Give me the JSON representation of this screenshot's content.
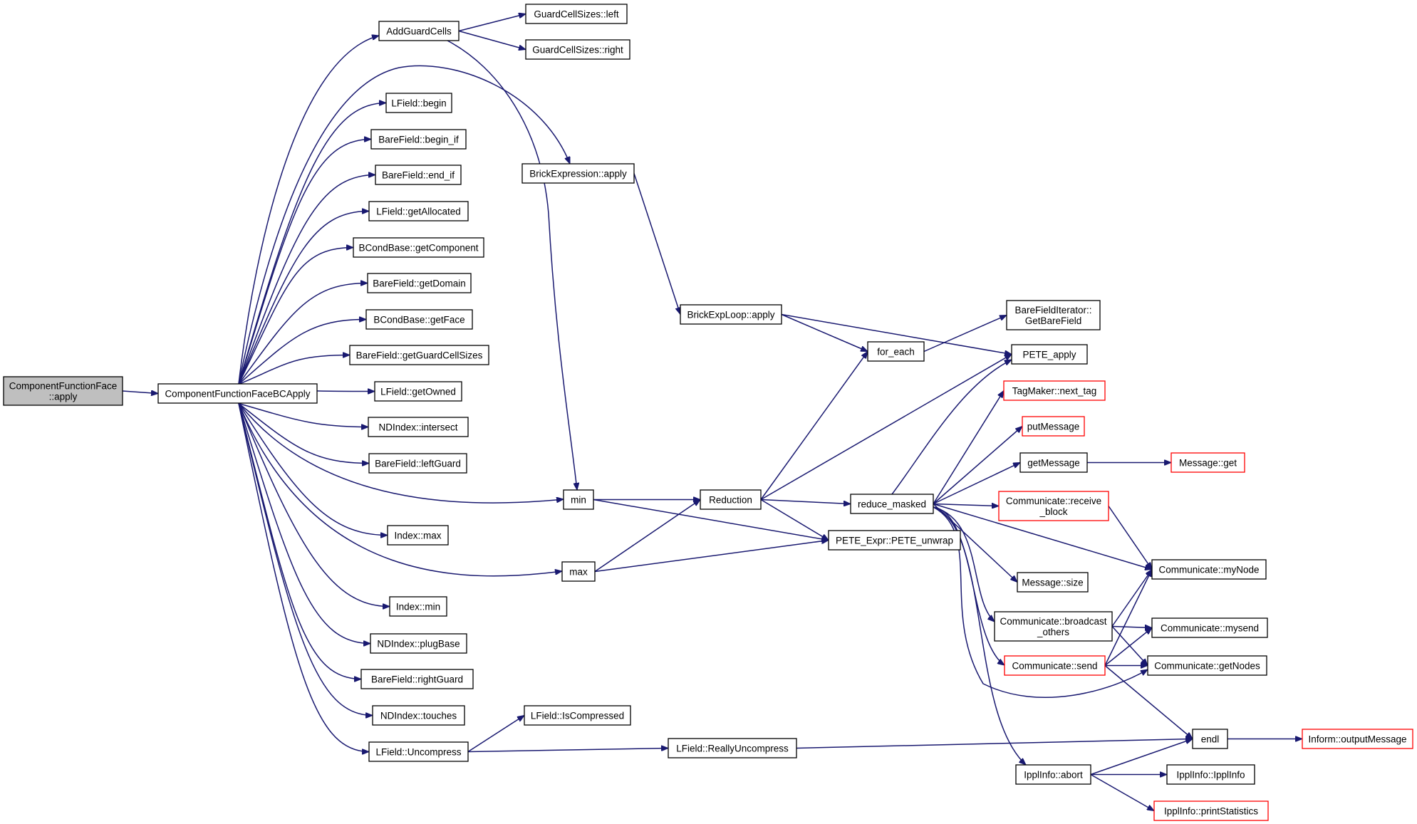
{
  "nodes": [
    {
      "id": "root",
      "lines": [
        "ComponentFunctionFace",
        "::apply"
      ],
      "style": "root"
    },
    {
      "id": "bcapply",
      "lines": [
        "ComponentFunctionFaceBCApply"
      ]
    },
    {
      "id": "addguard",
      "lines": [
        "AddGuardCells"
      ]
    },
    {
      "id": "gcleft",
      "lines": [
        "GuardCellSizes::left"
      ]
    },
    {
      "id": "gcright",
      "lines": [
        "GuardCellSizes::right"
      ]
    },
    {
      "id": "lbegin",
      "lines": [
        "LField::begin"
      ]
    },
    {
      "id": "bfbeginif",
      "lines": [
        "BareField::begin_if"
      ]
    },
    {
      "id": "bfendif",
      "lines": [
        "BareField::end_if"
      ]
    },
    {
      "id": "lgetalloc",
      "lines": [
        "LField::getAllocated"
      ]
    },
    {
      "id": "bcgetcomp",
      "lines": [
        "BCondBase::getComponent"
      ]
    },
    {
      "id": "bfgetdomain",
      "lines": [
        "BareField::getDomain"
      ]
    },
    {
      "id": "bcgetface",
      "lines": [
        "BCondBase::getFace"
      ]
    },
    {
      "id": "bfgetgcs",
      "lines": [
        "BareField::getGuardCellSizes"
      ]
    },
    {
      "id": "lgetowned",
      "lines": [
        "LField::getOwned"
      ]
    },
    {
      "id": "ndintersect",
      "lines": [
        "NDIndex::intersect"
      ]
    },
    {
      "id": "bfleftguard",
      "lines": [
        "BareField::leftGuard"
      ]
    },
    {
      "id": "idxmax",
      "lines": [
        "Index::max"
      ]
    },
    {
      "id": "idxmin",
      "lines": [
        "Index::min"
      ]
    },
    {
      "id": "ndplugbase",
      "lines": [
        "NDIndex::plugBase"
      ]
    },
    {
      "id": "bfrightguard",
      "lines": [
        "BareField::rightGuard"
      ]
    },
    {
      "id": "ndtouches",
      "lines": [
        "NDIndex::touches"
      ]
    },
    {
      "id": "luncompress",
      "lines": [
        "LField::Uncompress"
      ]
    },
    {
      "id": "brickexpr",
      "lines": [
        "BrickExpression::apply"
      ]
    },
    {
      "id": "min",
      "lines": [
        "min"
      ]
    },
    {
      "id": "max",
      "lines": [
        "max"
      ]
    },
    {
      "id": "liscompressed",
      "lines": [
        "LField::IsCompressed"
      ]
    },
    {
      "id": "lreallyuncomp",
      "lines": [
        "LField::ReallyUncompress"
      ]
    },
    {
      "id": "brickloop",
      "lines": [
        "BrickExpLoop::apply"
      ]
    },
    {
      "id": "reduction",
      "lines": [
        "Reduction"
      ]
    },
    {
      "id": "foreach",
      "lines": [
        "for_each"
      ]
    },
    {
      "id": "reducemasked",
      "lines": [
        "reduce_masked"
      ]
    },
    {
      "id": "peteunwrap",
      "lines": [
        "PETE_Expr::PETE_unwrap"
      ]
    },
    {
      "id": "bfiter",
      "lines": [
        "BareFieldIterator::",
        "GetBareField"
      ]
    },
    {
      "id": "peteapply",
      "lines": [
        "PETE_apply"
      ]
    },
    {
      "id": "nexttag",
      "lines": [
        "TagMaker::next_tag"
      ],
      "style": "red"
    },
    {
      "id": "putmsg",
      "lines": [
        "putMessage"
      ],
      "style": "red"
    },
    {
      "id": "getmsg",
      "lines": [
        "getMessage"
      ]
    },
    {
      "id": "recvblock",
      "lines": [
        "Communicate::receive",
        "_block"
      ],
      "style": "red"
    },
    {
      "id": "msgsize",
      "lines": [
        "Message::size"
      ]
    },
    {
      "id": "bcastothers",
      "lines": [
        "Communicate::broadcast",
        "_others"
      ]
    },
    {
      "id": "commsend",
      "lines": [
        "Communicate::send"
      ],
      "style": "red"
    },
    {
      "id": "ipplabort",
      "lines": [
        "IpplInfo::abort"
      ]
    },
    {
      "id": "msgget",
      "lines": [
        "Message::get"
      ],
      "style": "red"
    },
    {
      "id": "mynode",
      "lines": [
        "Communicate::myNode"
      ]
    },
    {
      "id": "mysend",
      "lines": [
        "Communicate::mysend"
      ]
    },
    {
      "id": "getnodes",
      "lines": [
        "Communicate::getNodes"
      ]
    },
    {
      "id": "endl",
      "lines": [
        "endl"
      ]
    },
    {
      "id": "ipplinfo",
      "lines": [
        "IpplInfo::IpplInfo"
      ]
    },
    {
      "id": "printstats",
      "lines": [
        "IpplInfo::printStatistics"
      ],
      "style": "red"
    },
    {
      "id": "outputmsg",
      "lines": [
        "Inform::outputMessage"
      ],
      "style": "red"
    }
  ],
  "edges": [
    [
      "root",
      "bcapply"
    ],
    [
      "bcapply",
      "addguard"
    ],
    [
      "bcapply",
      "brickexpr"
    ],
    [
      "bcapply",
      "lbegin"
    ],
    [
      "bcapply",
      "bfbeginif"
    ],
    [
      "bcapply",
      "bfendif"
    ],
    [
      "bcapply",
      "lgetalloc"
    ],
    [
      "bcapply",
      "bcgetcomp"
    ],
    [
      "bcapply",
      "bfgetdomain"
    ],
    [
      "bcapply",
      "bcgetface"
    ],
    [
      "bcapply",
      "bfgetgcs"
    ],
    [
      "bcapply",
      "lgetowned"
    ],
    [
      "bcapply",
      "ndintersect"
    ],
    [
      "bcapply",
      "bfleftguard"
    ],
    [
      "bcapply",
      "min"
    ],
    [
      "bcapply",
      "idxmax"
    ],
    [
      "bcapply",
      "max"
    ],
    [
      "bcapply",
      "idxmin"
    ],
    [
      "bcapply",
      "ndplugbase"
    ],
    [
      "bcapply",
      "bfrightguard"
    ],
    [
      "bcapply",
      "ndtouches"
    ],
    [
      "bcapply",
      "luncompress"
    ],
    [
      "addguard",
      "gcleft"
    ],
    [
      "addguard",
      "gcright"
    ],
    [
      "addguard",
      "min"
    ],
    [
      "brickexpr",
      "brickloop"
    ],
    [
      "brickloop",
      "foreach"
    ],
    [
      "brickloop",
      "peteapply"
    ],
    [
      "foreach",
      "bfiter"
    ],
    [
      "min",
      "reduction"
    ],
    [
      "min",
      "peteunwrap"
    ],
    [
      "max",
      "reduction"
    ],
    [
      "max",
      "peteunwrap"
    ],
    [
      "reduction",
      "foreach"
    ],
    [
      "reduction",
      "peteapply"
    ],
    [
      "reduction",
      "reducemasked"
    ],
    [
      "reduction",
      "peteunwrap"
    ],
    [
      "reducemasked",
      "peteapply"
    ],
    [
      "reducemasked",
      "nexttag"
    ],
    [
      "reducemasked",
      "putmsg"
    ],
    [
      "reducemasked",
      "getmsg"
    ],
    [
      "reducemasked",
      "recvblock"
    ],
    [
      "reducemasked",
      "mynode"
    ],
    [
      "reducemasked",
      "msgsize"
    ],
    [
      "reducemasked",
      "bcastothers"
    ],
    [
      "reducemasked",
      "commsend"
    ],
    [
      "reducemasked",
      "getnodes"
    ],
    [
      "reducemasked",
      "ipplabort"
    ],
    [
      "getmsg",
      "msgget"
    ],
    [
      "recvblock",
      "mynode"
    ],
    [
      "bcastothers",
      "mynode"
    ],
    [
      "bcastothers",
      "mysend"
    ],
    [
      "bcastothers",
      "getnodes"
    ],
    [
      "commsend",
      "mynode"
    ],
    [
      "commsend",
      "mysend"
    ],
    [
      "commsend",
      "getnodes"
    ],
    [
      "commsend",
      "endl"
    ],
    [
      "luncompress",
      "liscompressed"
    ],
    [
      "luncompress",
      "lreallyuncomp"
    ],
    [
      "lreallyuncomp",
      "endl"
    ],
    [
      "endl",
      "outputmsg"
    ],
    [
      "ipplabort",
      "endl"
    ],
    [
      "ipplabort",
      "ipplinfo"
    ],
    [
      "ipplabort",
      "printstats"
    ]
  ]
}
